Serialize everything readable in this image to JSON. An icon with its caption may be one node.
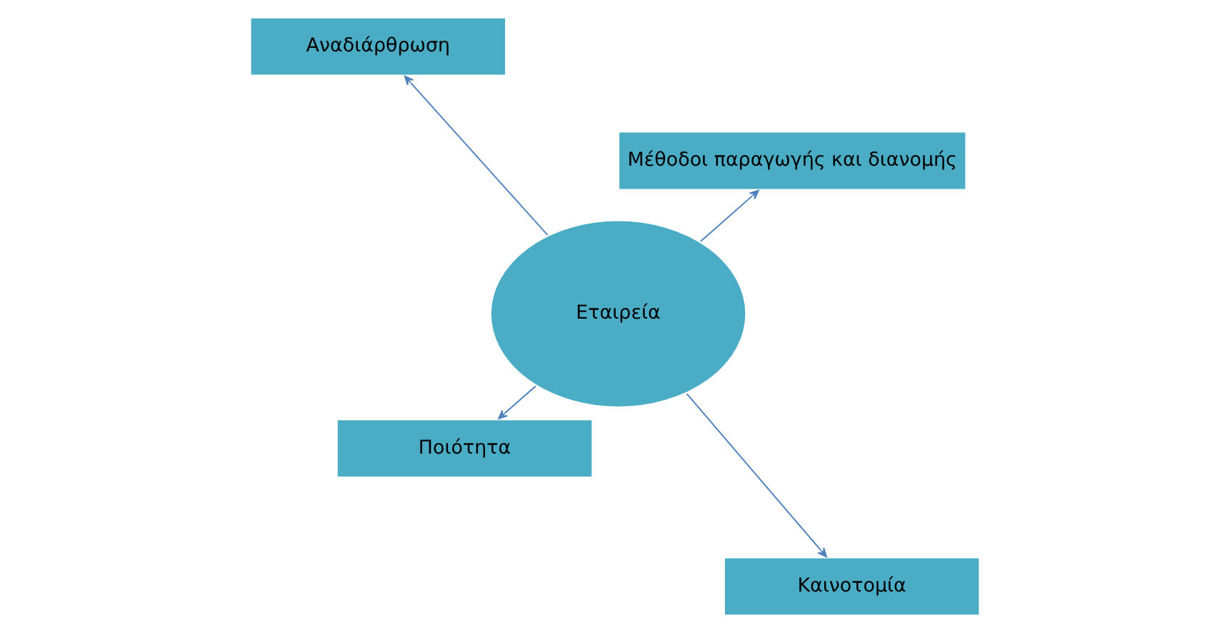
{
  "diagram": {
    "nodes": [
      {
        "text": [
          "Ποιότητα"
        ]
      },
      {
        "text": [
          "Καινοτομία"
        ]
      },
      {
        "text": [
          "Εταιρεία"
        ]
      },
      {
        "text": [
          "Αναδιάρθρωση"
        ]
      },
      {
        "text": [
          "Μέθοδοι παραγωγής και διανομής"
        ]
      }
    ],
    "edges": [
      {
        "from": 2,
        "to": 0,
        "arrow": "to"
      },
      {
        "from": 2,
        "to": 1,
        "arrow": "to"
      },
      {
        "from": 2,
        "to": 3,
        "arrow": "to"
      },
      {
        "from": 2,
        "to": 4,
        "arrow": "to"
      }
    ]
  }
}
